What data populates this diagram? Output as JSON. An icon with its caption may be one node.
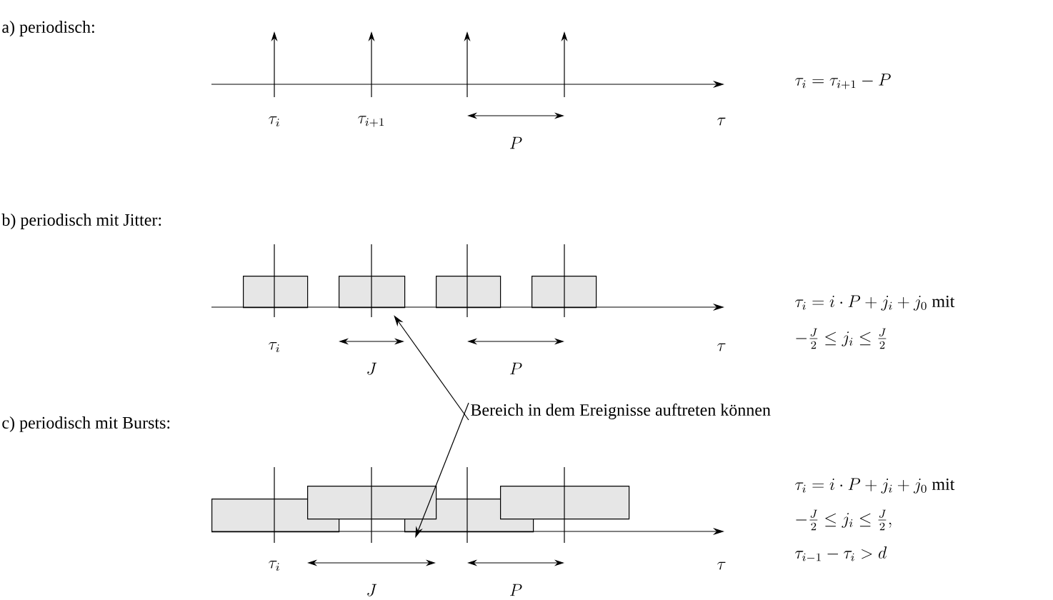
{
  "diagram": {
    "nodes": [
      {
        "text": [],
        "shape": "box"
      },
      {
        "text": [],
        "shape": "box"
      },
      {
        "text": [],
        "shape": "box"
      },
      {
        "text": [],
        "shape": "box"
      },
      {
        "text": [
          "Bereich in dem Ereignisse auftreten können"
        ]
      },
      {
        "text": [],
        "shape": "box"
      },
      {
        "text": [],
        "shape": "box"
      },
      {
        "text": [],
        "shape": "box"
      },
      {
        "text": [],
        "shape": "box"
      }
    ],
    "edges": [
      {
        "from": 4,
        "to": 1,
        "arrow": "to"
      },
      {
        "from": 4,
        "to": 6,
        "arrow": "to"
      }
    ],
    "labels": [
      "a) periodisch:",
      "\\tau_i",
      "\\tau_{i+1}",
      "P",
      "\\tau",
      "\\tau_i = \\tau_{i+1} - P",
      "b) periodisch mit Jitter:",
      "\\tau_i",
      "J",
      "P",
      "\\tau",
      "\\tau_i = i \\cdot P + j_i + j_0\\ \\mathrm{mit}",
      "-\\frac{J}{2} \\le j_i \\le \\frac{J}{2}",
      "c) periodisch mit Bursts:",
      "\\tau_i",
      "J",
      "P",
      "\\tau",
      "\\tau_i = i \\cdot P + j_i + j_0\\ \\mathrm{mit}",
      "-\\frac{J}{2} \\le j_i \\le \\frac{J}{2},",
      "\\tau_{i-1} - \\tau_i > d"
    ]
  }
}
